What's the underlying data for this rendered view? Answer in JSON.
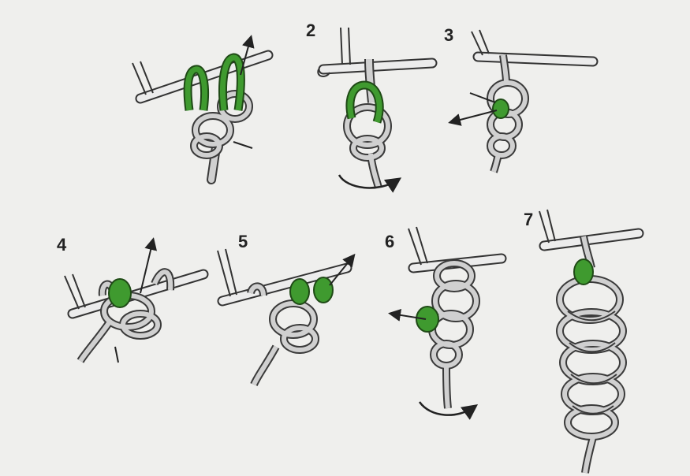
{
  "steps": [
    {
      "label": ""
    },
    {
      "label": "2"
    },
    {
      "label": "3"
    },
    {
      "label": "4"
    },
    {
      "label": "5"
    },
    {
      "label": "6"
    },
    {
      "label": "7"
    }
  ],
  "colors": {
    "paper": "#efefed",
    "yarn": "#cfcfcf",
    "yarn_outline": "#3a3a3a",
    "highlight_loop": "#3f9a2f",
    "highlight_outline": "#1f4a16",
    "hook": "#e8e8e8",
    "ink": "#222222"
  },
  "icons": [
    "crochet-hook-icon",
    "arrow-icon",
    "rotate-arrow-icon"
  ]
}
